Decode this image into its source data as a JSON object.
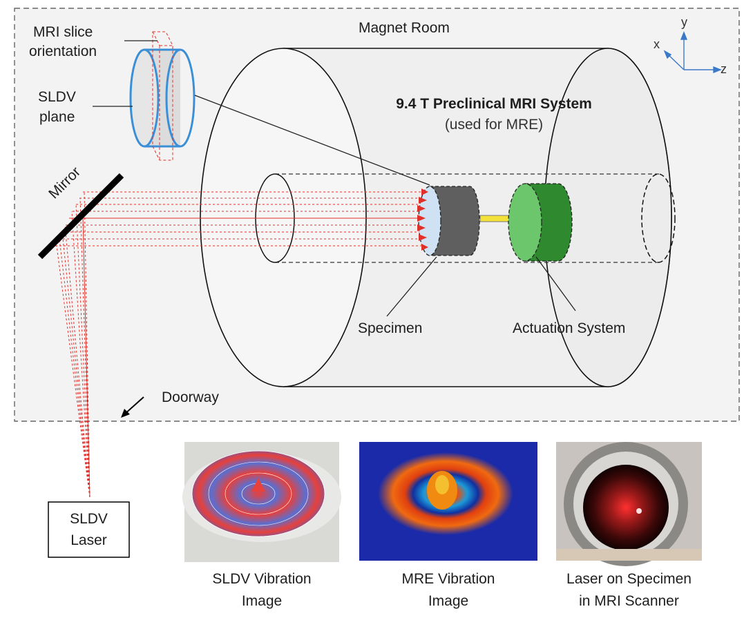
{
  "diagram": {
    "magnet_room_label": "Magnet Room",
    "mri_system_title": "9.4 T Preclinical MRI System",
    "mri_system_subtitle": "(used for MRE)",
    "mri_slice_label": [
      "MRI slice",
      "orientation"
    ],
    "sldv_plane_label": [
      "SLDV",
      "plane"
    ],
    "mirror_label": "Mirror",
    "specimen_label": "Specimen",
    "actuation_label": "Actuation System",
    "doorway_label": "Doorway",
    "laser_box_label": [
      "SLDV",
      "Laser"
    ],
    "axes": {
      "x": "x",
      "y": "y",
      "z": "z"
    }
  },
  "images": [
    {
      "caption": [
        "SLDV Vibration",
        "Image"
      ]
    },
    {
      "caption": [
        "MRE Vibration",
        "Image"
      ]
    },
    {
      "caption": [
        "Laser on Specimen",
        "in MRI Scanner"
      ]
    }
  ],
  "colors": {
    "laser": "#e0302a",
    "room_bg": "#f2f2f2",
    "specimen": "#5f5f5f",
    "actuator_dark": "#2f8a2f",
    "actuator_light": "#6cc66c",
    "slice_blue": "#3a8fd6"
  }
}
